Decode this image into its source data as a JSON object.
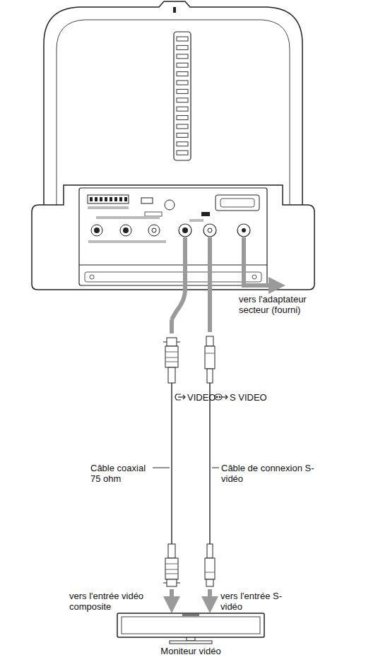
{
  "diagram": {
    "nodes": [
      {
        "text": [
          "Moniteur vidéo"
        ]
      }
    ],
    "labels": [
      "vers l'adaptateur secteur (fourni)",
      "VIDEO",
      "S VIDEO",
      "Câble coaxial 75 ohm",
      "Câble de connexion S-vidéo",
      "vers l'entrée vidéo composite",
      "vers l'entrée S-vidéo"
    ]
  }
}
